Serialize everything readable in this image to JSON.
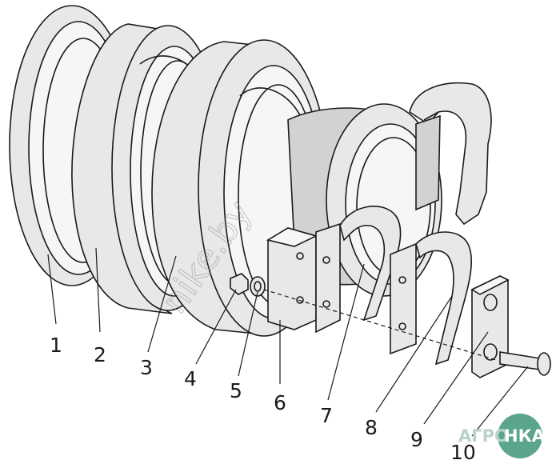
{
  "callouts": [
    "1",
    "2",
    "3",
    "4",
    "5",
    "6",
    "7",
    "8",
    "9",
    "10"
  ],
  "watermark": "nike.by",
  "logo": {
    "text_left": "АГРО",
    "text_right": "НКА",
    "color": "#5aa58c"
  },
  "colors": {
    "line": "#1a1a1a",
    "fill_light": "#e8e8e8",
    "fill_mid": "#d2d2d2"
  }
}
